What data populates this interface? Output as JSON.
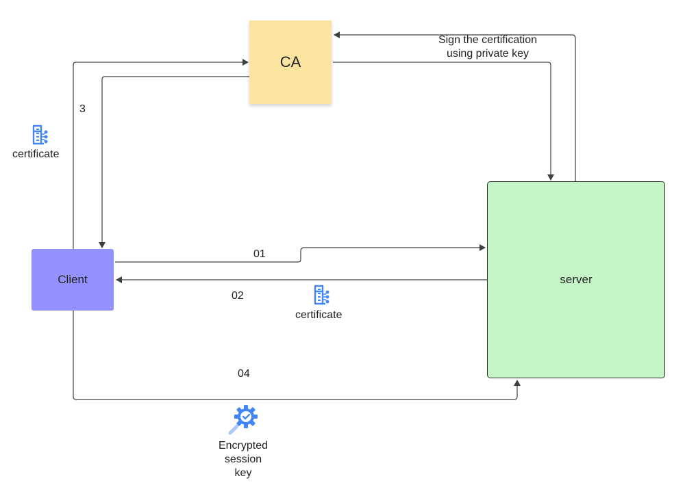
{
  "nodes": {
    "ca": "CA",
    "client": "Client",
    "server": "server"
  },
  "edges": {
    "sign_label_line1": "Sign the certification",
    "sign_label_line2": "using private key",
    "step3": "3",
    "step01": "01",
    "step02": "02",
    "step04": "04"
  },
  "icons": {
    "certificate_left": {
      "name": "certificate-icon",
      "label": "certificate"
    },
    "certificate_mid": {
      "name": "certificate-icon",
      "label": "certificate"
    },
    "session_key": {
      "name": "encrypted-key-gear-icon",
      "label_line1": "Encrypted",
      "label_line2": "session",
      "label_line3": "key"
    }
  },
  "colors": {
    "ca_fill": "#fbe4a0",
    "client_fill": "#9291fd",
    "server_fill": "#c5f5c7",
    "icon_blue": "#4285f4",
    "edge": "#3c4043"
  }
}
